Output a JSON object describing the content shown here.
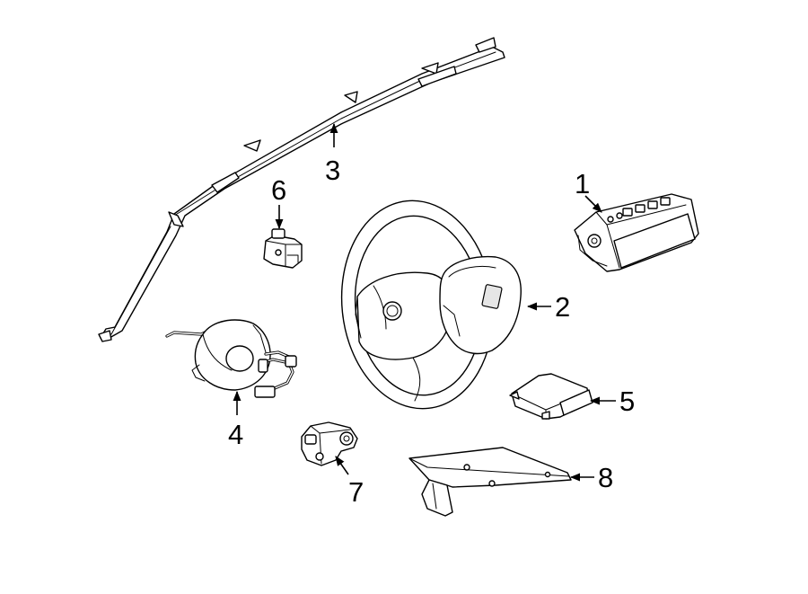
{
  "callouts": {
    "c1": "1",
    "c2": "2",
    "c3": "3",
    "c4": "4",
    "c5": "5",
    "c6": "6",
    "c7": "7",
    "c8": "8"
  },
  "icons": {
    "part1": "passenger-airbag-module",
    "part2": "steering-wheel-driver-airbag",
    "part3": "curtain-airbag",
    "part4": "clockspring",
    "part5": "airbag-control-module",
    "part6": "impact-sensor",
    "part7": "side-impact-sensor",
    "part8": "mounting-bracket"
  }
}
